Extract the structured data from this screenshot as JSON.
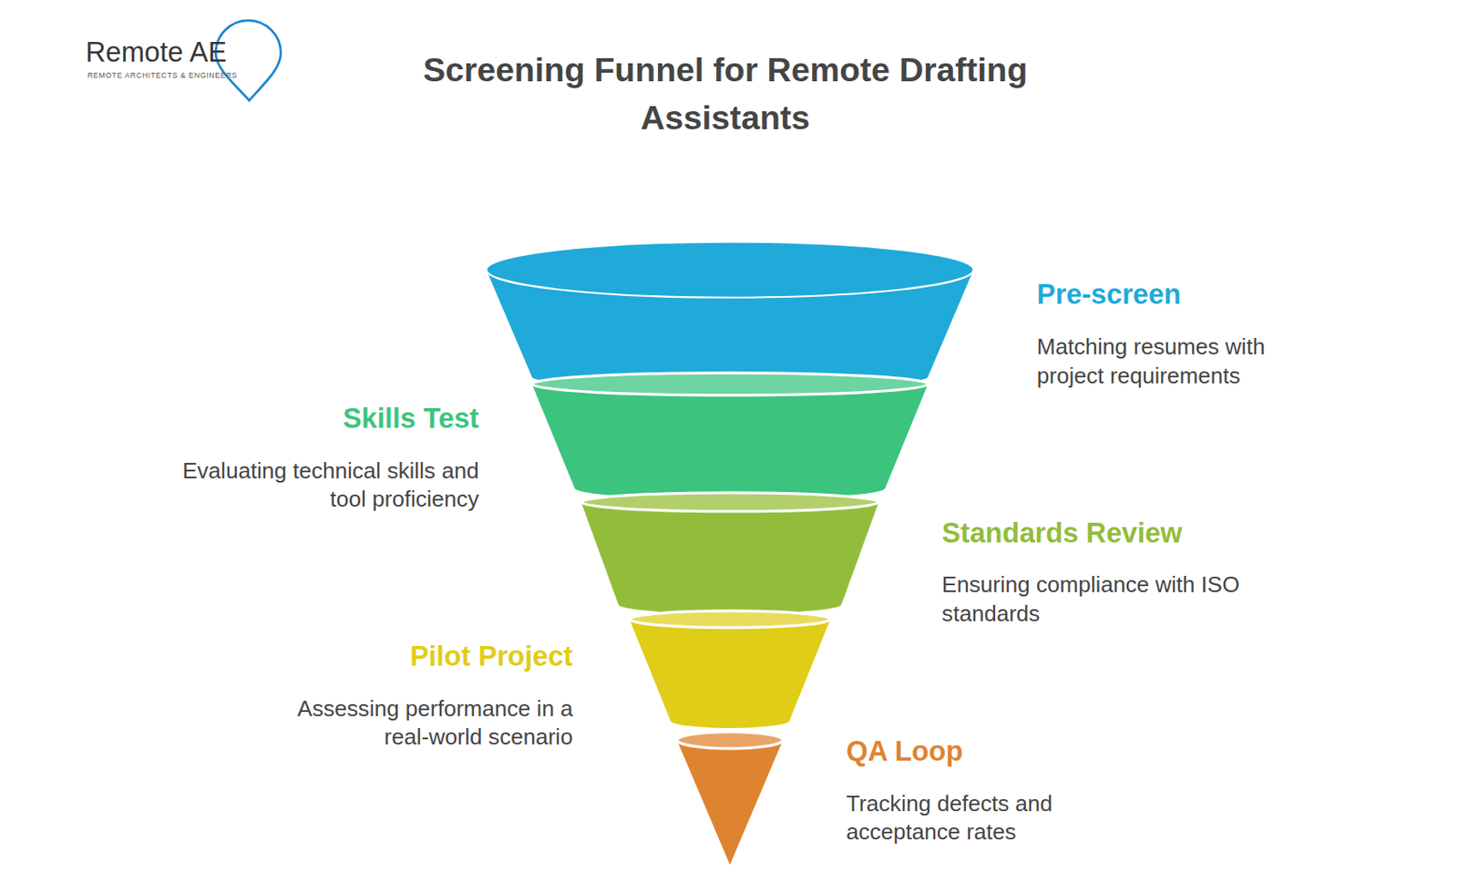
{
  "diagram": {
    "title": "Screening Funnel for Remote Drafting Assistants",
    "nodes": [
      {
        "text": [
          "Pre-screen",
          "Matching resumes with project requirements"
        ]
      },
      {
        "text": [
          "Skills Test",
          "Evaluating technical skills and tool proficiency"
        ]
      },
      {
        "text": [
          "Standards Review",
          "Ensuring compliance with ISO standards"
        ]
      },
      {
        "text": [
          "Pilot Project",
          "Assessing performance in a real-world scenario"
        ]
      },
      {
        "text": [
          "QA Loop",
          "Tracking defects and acceptance rates"
        ]
      }
    ],
    "labels": [
      "Remote AE",
      "REMOTE ARCHITECTS & ENGINEERS"
    ]
  }
}
